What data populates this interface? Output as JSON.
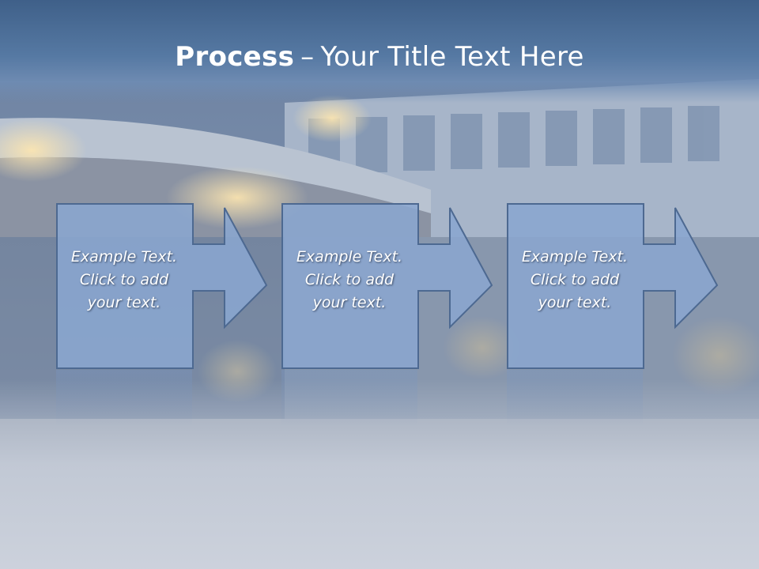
{
  "slide": {
    "title_bold": "Process",
    "title_separator": "–",
    "title_rest": "Your Title Text Here"
  },
  "steps": [
    {
      "text": "Example Text.\nClick  to add\nyour text."
    },
    {
      "text": "Example Text.\nClick  to add\nyour text."
    },
    {
      "text": "Example Text.\nClick  to add\nyour text."
    }
  ],
  "colors": {
    "title_band": "#3f6089",
    "box_fill": "#8aa6cf",
    "box_stroke": "#4d6991",
    "text": "#ffffff"
  }
}
